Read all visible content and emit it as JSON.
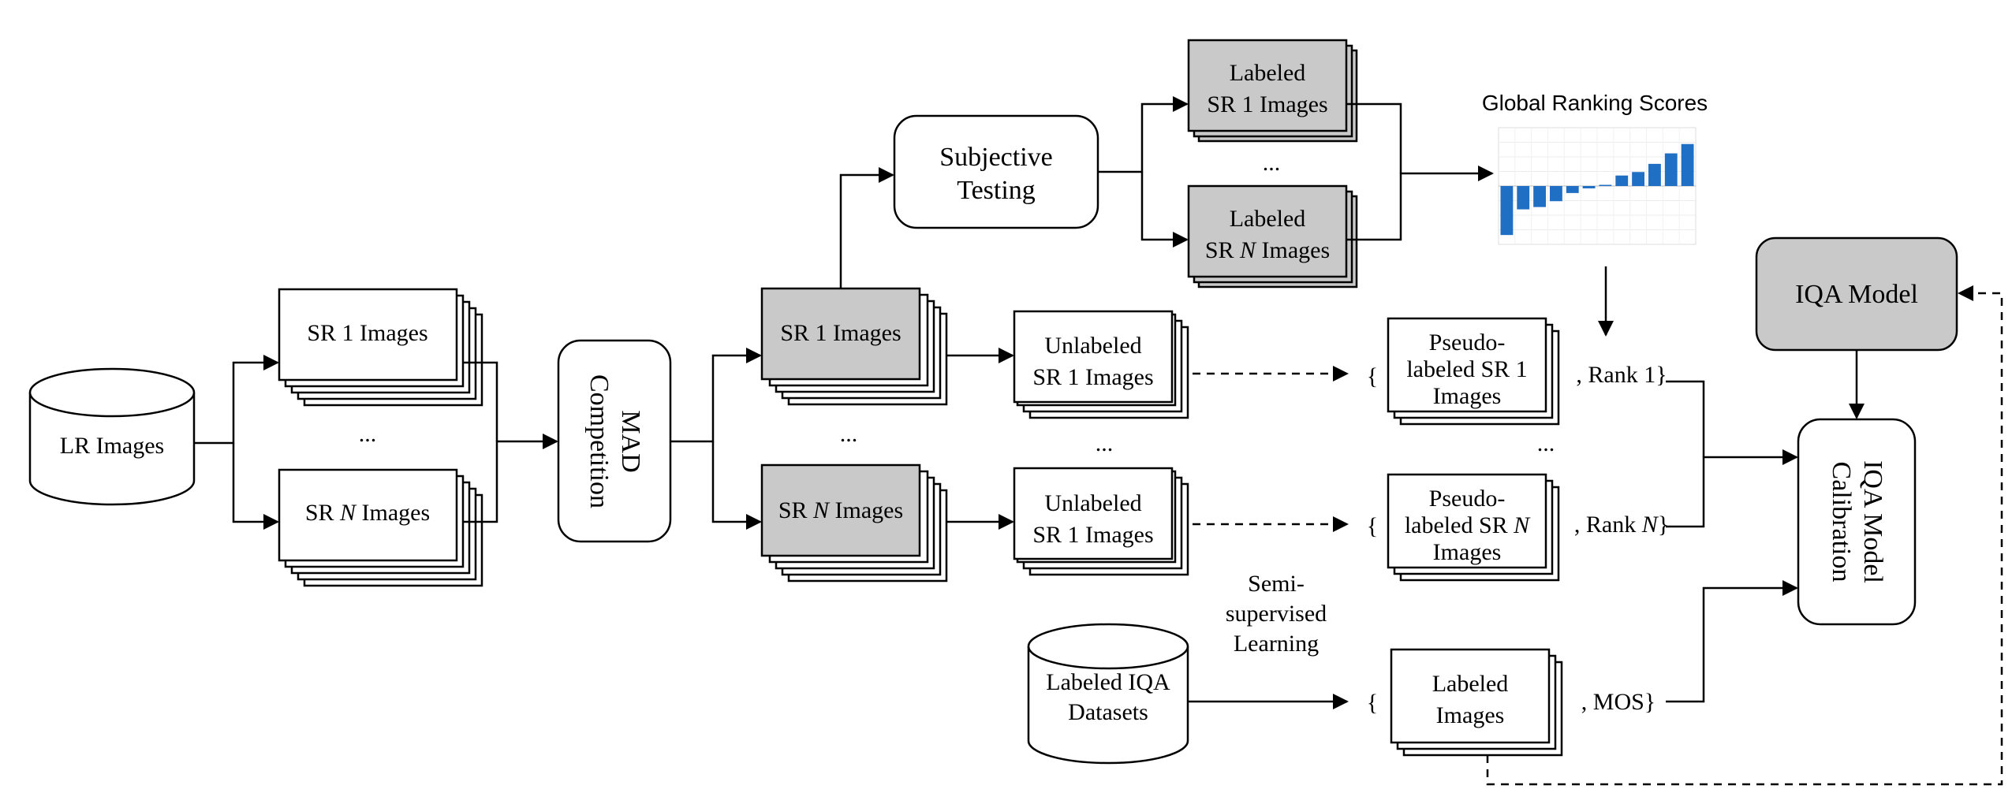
{
  "nodes": {
    "lr_images": "LR Images",
    "sr1_images": "SR 1 Images",
    "srN_images_prefix": "SR ",
    "srN_images_italic": "N",
    "srN_images_suffix": " Images",
    "ellipsis": "...",
    "mad_line1": "MAD",
    "mad_line2": "Competition",
    "subjective_line1": "Subjective",
    "subjective_line2": "Testing",
    "labeled_sr1_line1": "Labeled",
    "labeled_sr1_line2": "SR 1 Images",
    "labeled_srN_line1": "Labeled",
    "labeled_srN_line2_prefix": "SR ",
    "labeled_srN_line2_italic": "N",
    "labeled_srN_line2_suffix": " Images",
    "unlabeled_1_line1": "Unlabeled",
    "unlabeled_1_line2": "SR 1 Images",
    "unlabeled_2_line1": "Unlabeled",
    "unlabeled_2_line2": "SR 1 Images",
    "global_ranking": "Global Ranking Scores",
    "pseudo1_line1": "Pseudo-",
    "pseudo1_line2": "labeled SR 1",
    "pseudo1_line3": "Images",
    "pseudoN_line1": "Pseudo-",
    "pseudoN_line2_prefix": "labeled SR ",
    "pseudoN_line2_italic": "N",
    "pseudoN_line3": "Images",
    "brace_open": "{",
    "rank1": ", Rank 1}",
    "rankN_prefix": ", Rank ",
    "rankN_italic": "N",
    "rankN_suffix": "}",
    "labeled_iqa_line1": "Labeled IQA",
    "labeled_iqa_line2": "Datasets",
    "semi_line1": "Semi-",
    "semi_line2": "supervised",
    "semi_line3": "Learning",
    "labeled_images_line1": "Labeled",
    "labeled_images_line2": "Images",
    "mos": ", MOS}",
    "iqa_model": "IQA Model",
    "iqa_calib_line1": "IQA Model",
    "iqa_calib_line2": "Calibration"
  },
  "colors": {
    "grey_fill": "#c9c9c9",
    "bar_blue": "#1f6fc5"
  },
  "chart_data": {
    "type": "bar",
    "title": "Global Ranking Scores",
    "values": [
      -4.2,
      -2.0,
      -1.8,
      -1.3,
      -0.6,
      -0.2,
      0.1,
      0.9,
      1.2,
      1.9,
      2.8,
      3.6
    ],
    "ylim": [
      -5,
      5
    ],
    "grid": true
  }
}
